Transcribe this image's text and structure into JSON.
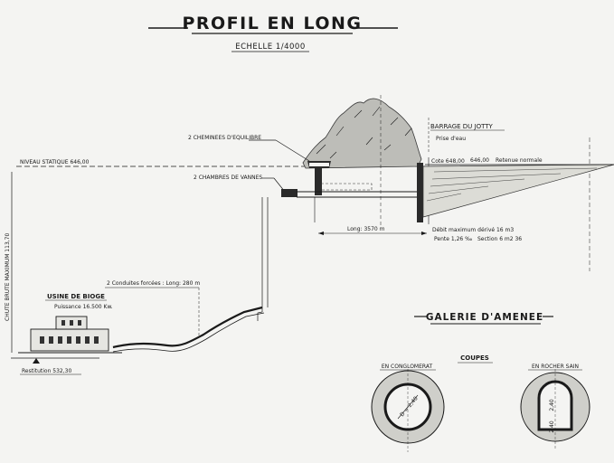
{
  "title": "PROFIL EN LONG",
  "scale": "ECHELLE 1/4000",
  "labels": {
    "cheminees": "2 CHEMINEES D'EQUILIBRE",
    "chambres": "2 CHAMBRES DE VANNES",
    "niveau_statique": "NIVEAU STATIQUE 646,00",
    "chute_brute": "CHUTE BRUTE MAXIMUM 113,70",
    "barrage": "BARRAGE DU JOTTY",
    "prise_eau": "Prise d'eau",
    "cote": "Cote 648,00",
    "retenue_value": "646,00",
    "retenue": "Retenue normale",
    "longueur": "Long: 3570 m",
    "debit": "Débit maximum dérivé 16 m3",
    "pente": "Pente 1,26 ‰",
    "section": "Section 6 m2 36",
    "conduites": "2 Conduites forcées : Long: 280 m",
    "usine": "USINE DE BIOGE",
    "puissance": "Puissance 16.500 Kw.",
    "restitution": "Restitution 532,30",
    "galerie": "GALERIE D'AMENEE",
    "coupes": "COUPES",
    "conglomerat": "EN CONGLOMERAT",
    "rocher": "EN ROCHER SAIN",
    "diam": "D = 2,40",
    "dim1": "2,40",
    "dim2": "2,40"
  }
}
